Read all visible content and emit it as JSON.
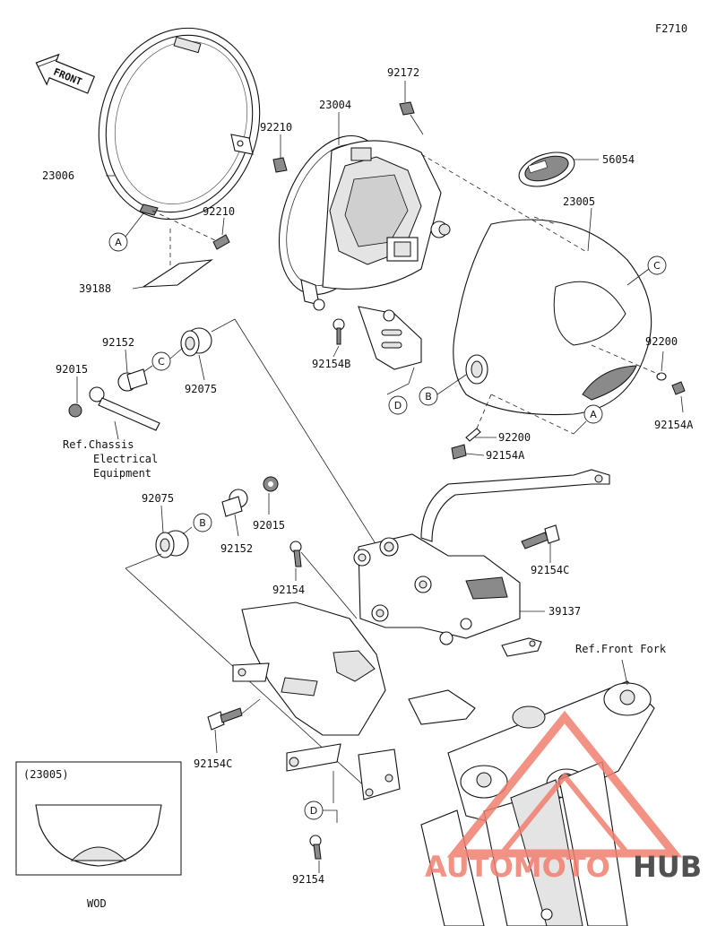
{
  "figure_code": "F2710",
  "front_arrow_label": "FRONT",
  "callout_letters": {
    "a": "A",
    "b": "B",
    "c": "C",
    "d": "D"
  },
  "part_numbers": {
    "p23006": "23006",
    "p92210_top": "92210",
    "p92210_bot": "92210",
    "p39188": "39188",
    "p92172": "92172",
    "p23004": "23004",
    "p56054": "56054",
    "p23005": "23005",
    "p92154B": "92154B",
    "p92200_right": "92200",
    "p92154A_right": "92154A",
    "p92200_low": "92200",
    "p92154A_low": "92154A",
    "p92152_top": "92152",
    "p92015_top": "92015",
    "p92075_top": "92075",
    "p92075_mid": "92075",
    "p92152_mid": "92152",
    "p92015_mid": "92015",
    "p92154_mid": "92154",
    "p92154C_right": "92154C",
    "p39137": "39137",
    "p92154C_left": "92154C",
    "p92154_bot": "92154"
  },
  "references": {
    "chassis_line1": "Ref.Chassis",
    "chassis_line2": "Electrical",
    "chassis_line3": "Equipment",
    "front_fork": "Ref.Front Fork"
  },
  "inset": {
    "title": "(23005)",
    "caption": "WOD"
  },
  "watermark": {
    "part1": "AUTOMOTO",
    "part2": "HUB",
    "accent": "#f07f6f",
    "dark": "#333333"
  }
}
